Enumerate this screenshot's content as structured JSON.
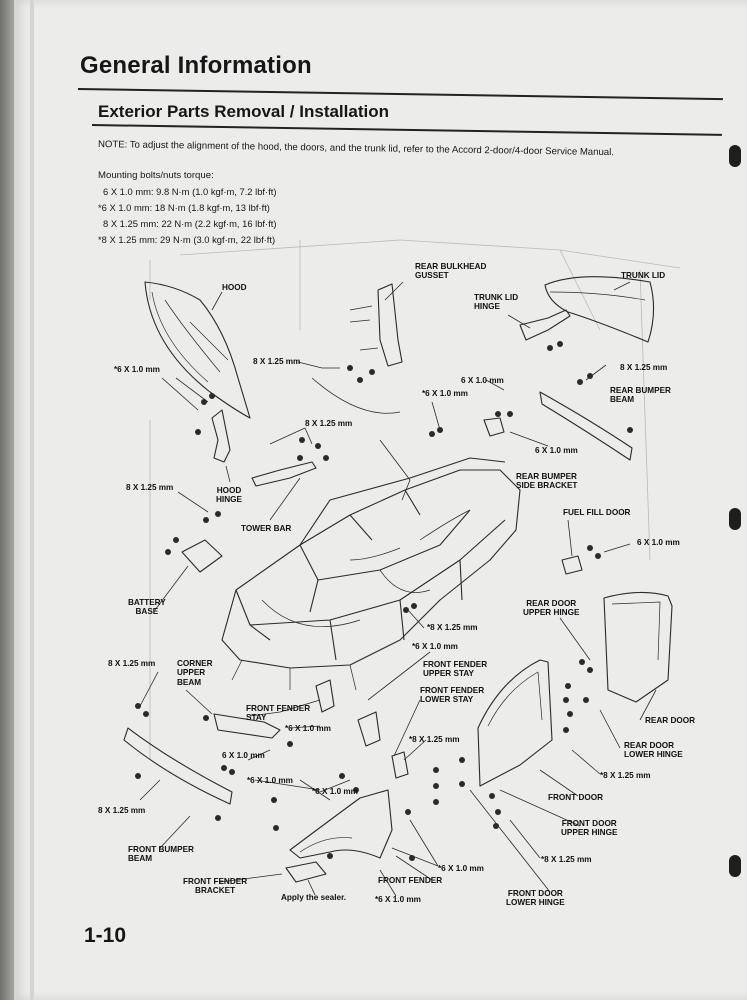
{
  "header": {
    "section_title": "General Information",
    "subtitle": "Exterior Parts Removal / Installation"
  },
  "note": "NOTE: To adjust the alignment of the hood, the doors, and the trunk lid, refer to the Accord 2-door/4-door Service Manual.",
  "torque": {
    "heading": "Mounting bolts/nuts torque:",
    "lines": [
      "6 X 1.0 mm: 9.8 N·m (1.0 kgf·m, 7.2 lbf·ft)",
      "*6 X 1.0 mm: 18 N·m (1.8 kgf·m, 13 lbf·ft)",
      "8 X 1.25 mm: 22 N·m (2.2 kgf·m, 16 lbf·ft)",
      "*8 X 1.25 mm: 29 N·m (3.0 kgf·m, 22 lbf·ft)"
    ]
  },
  "labels": {
    "hood": "HOOD",
    "rear_bulkhead_gusset": "REAR BULKHEAD\nGUSSET",
    "trunk_lid": "TRUNK LID",
    "trunk_lid_hinge": "TRUNK LID\nHINGE",
    "s6_hood": "*6 X 1.0 mm",
    "b8_hood": "8 X 1.25 mm",
    "b8_right_top": "8 X 1.25 mm",
    "rear_bumper_beam": "REAR BUMPER\nBEAM",
    "b6_trunk": "6 X 1.0 mm",
    "s6_gusset": "*6 X 1.0 mm",
    "b8_tower": "8 X 1.25 mm",
    "b6_rear_bracket": "6 X 1.0 mm",
    "rear_bumper_side_bracket": "REAR BUMPER\nSIDE BRACKET",
    "b8_hinge": "8 X 1.25 mm",
    "hood_hinge": "HOOD\nHINGE",
    "tower_bar": "TOWER BAR",
    "fuel_fill_door": "FUEL FILL DOOR",
    "b6_fuel": "6 X 1.0 mm",
    "battery_base": "BATTERY\nBASE",
    "rear_door_upper_hinge": "REAR DOOR\nUPPER HINGE",
    "s8_center": "*8 X 1.25 mm",
    "b8_corner": "8 X 1.25 mm",
    "corner_upper_beam": "CORNER\nUPPER\nBEAM",
    "s6_center": "*6 X 1.0 mm",
    "front_fender_upper_stay": "FRONT FENDER\nUPPER STAY",
    "front_fender_lower_stay": "FRONT FENDER\nLOWER STAY",
    "front_fender_stay": "FRONT FENDER\nSTAY",
    "s6_stay": "*6 X 1.0 mm",
    "rear_door": "REAR DOOR",
    "s8_fender_stay": "*8 X 1.25 mm",
    "b6_corner_low": "6 X 1.0 mm",
    "rear_door_lower_hinge": "REAR DOOR\nLOWER HINGE",
    "s8_rear_hinge": "*8 X 1.25 mm",
    "s6_bumper": "*6 X 1.0 mm",
    "s6_fender_top": "*6 X 1.0 mm",
    "front_door": "FRONT DOOR",
    "b8_bumper_low": "8 X 1.25 mm",
    "front_door_upper_hinge": "FRONT DOOR\nUPPER HINGE",
    "front_bumper_beam": "FRONT BUMPER\nBEAM",
    "s8_front_hinge": "*8 X 1.25 mm",
    "s6_fender_low": "*6 X 1.0 mm",
    "front_fender_bracket": "FRONT FENDER\nBRACKET",
    "front_fender": "FRONT FENDER",
    "apply_sealer": "Apply the sealer.",
    "s6_bottom": "*6 X 1.0 mm",
    "front_door_lower_hinge": "FRONT DOOR\nLOWER HINGE"
  },
  "page_number": "1-10"
}
